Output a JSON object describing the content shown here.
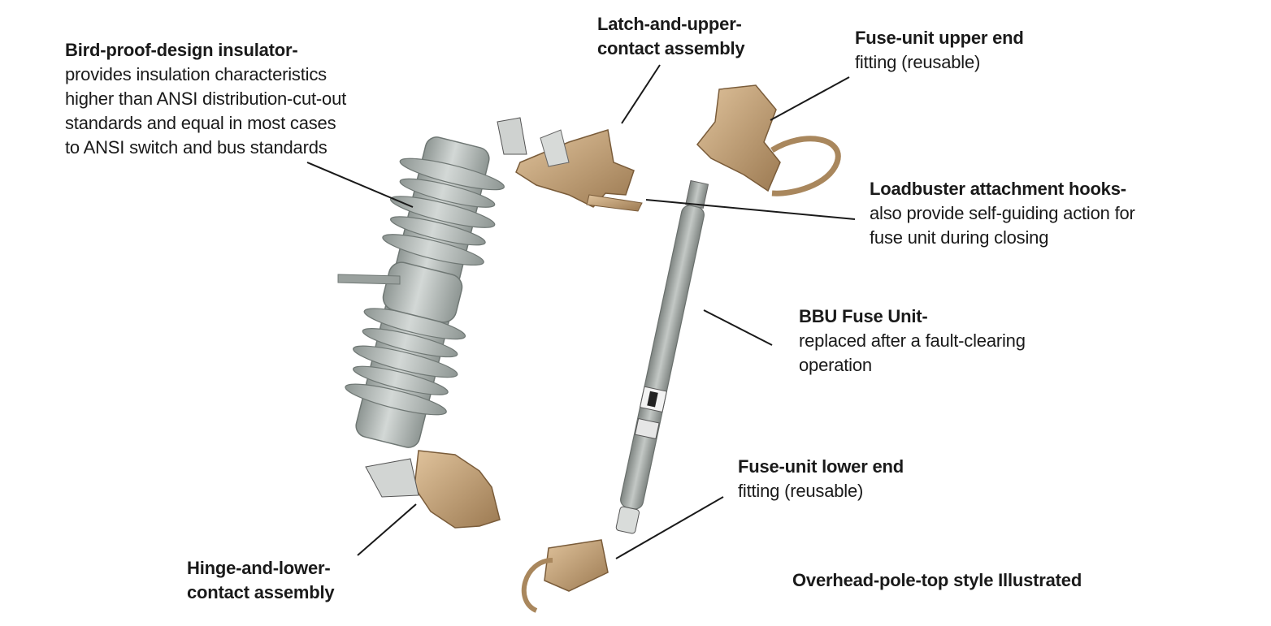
{
  "labels": {
    "insulator": {
      "title": "Bird-proof-design insulator-",
      "desc": "provides insulation characteristics\nhigher than ANSI distribution-cut-out\nstandards and equal in most cases\nto ANSI switch and bus standards"
    },
    "latch": {
      "title": "Latch-and-upper-",
      "title2": "contact assembly"
    },
    "upper_fitting": {
      "title": "Fuse-unit upper end",
      "desc": "fitting (reusable)"
    },
    "loadbuster": {
      "title": "Loadbuster attachment hooks-",
      "desc": "also provide self-guiding action for\nfuse unit during closing"
    },
    "bbu": {
      "title": "BBU Fuse Unit-",
      "desc": "replaced after a fault-clearing\noperation"
    },
    "lower_fitting": {
      "title": "Fuse-unit lower end",
      "desc": "fitting (reusable)"
    },
    "hinge": {
      "title": "Hinge-and-lower-",
      "title2": "contact assembly"
    }
  },
  "note": "Overhead-pole-top style Illustrated",
  "colors": {
    "porcelain": "#b9c0bd",
    "porcelain_dark": "#8e9693",
    "bronze": "#c9a57a",
    "bronze_dark": "#8a6a45",
    "tube": "#a4a9a6",
    "leader": "#1a1a1a"
  }
}
